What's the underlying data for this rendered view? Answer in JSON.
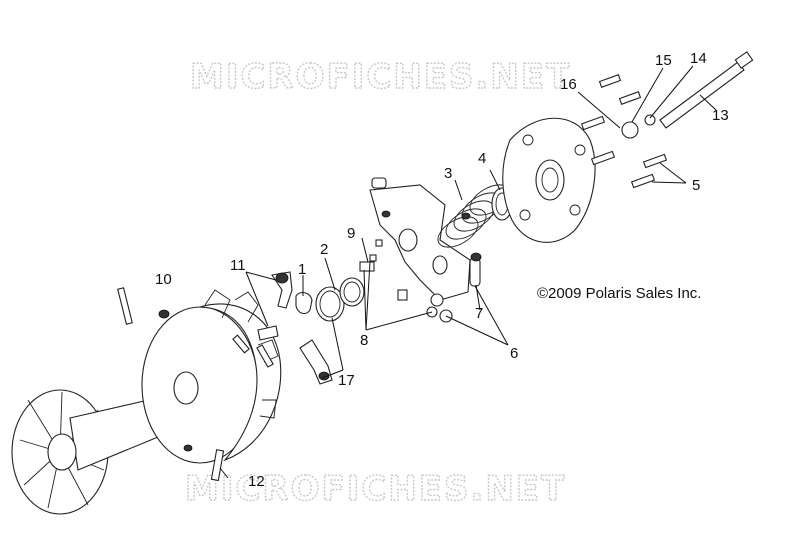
{
  "watermark": "MICROFICHES.NET",
  "copyright": "©2009 Polaris Sales Inc.",
  "callouts": [
    "1",
    "2",
    "3",
    "4",
    "5",
    "6",
    "7",
    "8",
    "9",
    "10",
    "11",
    "12",
    "13",
    "14",
    "15",
    "16",
    "17"
  ]
}
